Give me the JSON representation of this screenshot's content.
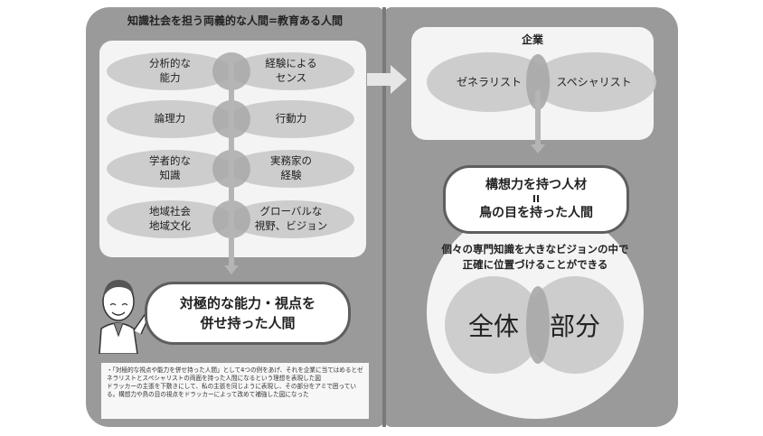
{
  "left": {
    "title": "知識社会を担う両義的な人間=教育ある人間",
    "pairs": [
      {
        "left": "分析的な\n能力",
        "right": "経験による\nセンス"
      },
      {
        "left": "論理力",
        "right": "行動力"
      },
      {
        "left": "学者的な\n知識",
        "right": "実務家の\n経験"
      },
      {
        "left": "地域社会\n地域文化",
        "right": "グローバルな\n視野、ビジョン"
      }
    ],
    "person_box": "対極的な能力・視点を\n併せ持った人間",
    "caption": "・「対極的な視点や能力を併せ持った人間」として4つの例をあげ、それを企業に当てはめるとゼネラリストとスペシャリストの両面を持った人間になるという理想を表現した図\nドラッカーの主張を下敷きにして、私の主張を同じように表現し、その部分をアミで囲っている。構想力や鳥の目の視点をドラッカーによって改めて補強した図になった"
  },
  "right": {
    "company_title": "企業",
    "generalist": "ゼネラリスト",
    "specialist": "スペシャリスト",
    "ideal_line1": "構想力を持つ人材",
    "ideal_equals": "II",
    "ideal_line2": "鳥の目を持った人間",
    "vision_text": "個々の専門知識を大きなビジョンの中で\n正確に位置づけることができる",
    "whole": "全体",
    "part": "部分"
  },
  "colors": {
    "panel": "#9a9a9a",
    "oval": "#c9c9c9",
    "overlap": "#a8a8a8",
    "box": "#f4f4f4",
    "border": "#5e5e5e"
  }
}
